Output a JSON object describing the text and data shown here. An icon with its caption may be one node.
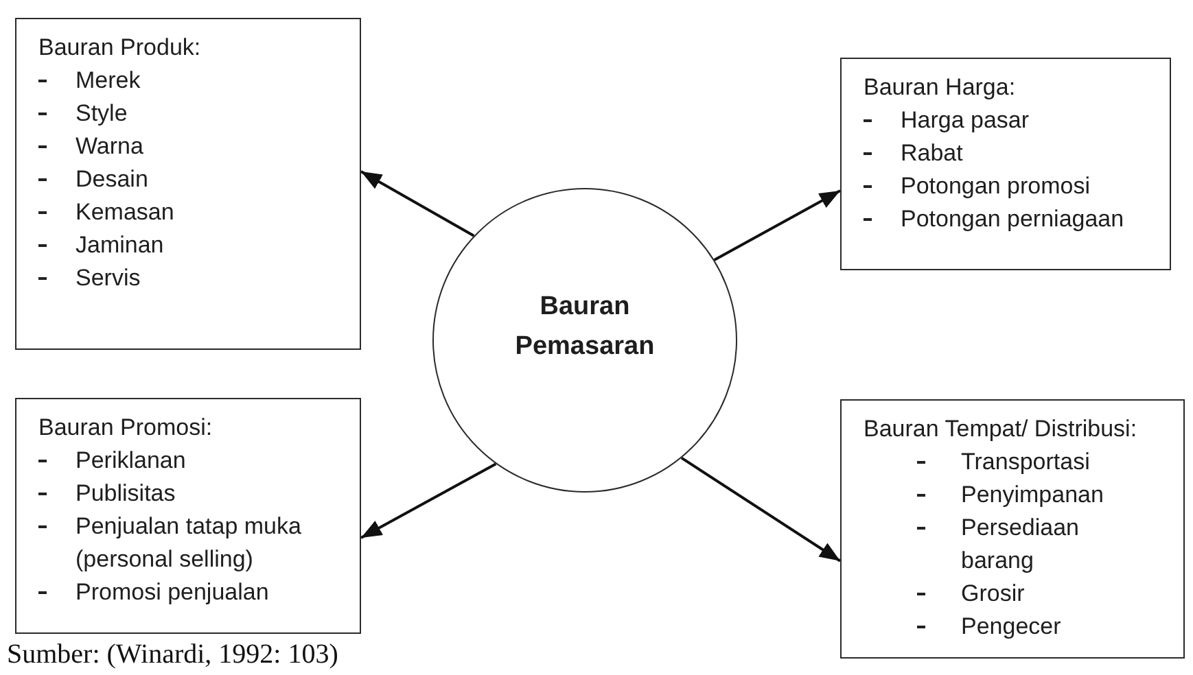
{
  "diagram": {
    "caption": "Sumber: (Winardi, 1992: 103)",
    "nodes": [
      {
        "text": [
          "Bauran Produk:",
          "Merek",
          "Style",
          "Warna",
          "Desain",
          "Kemasan",
          "Jaminan",
          "Servis"
        ]
      },
      {
        "text": [
          "Bauran Harga:",
          "Harga pasar",
          "Rabat",
          "Potongan promosi",
          "Potongan perniagaan"
        ]
      },
      {
        "text": [
          "Bauran Pemasaran"
        ]
      },
      {
        "text": [
          "Bauran Promosi:",
          "Periklanan",
          "Publisitas",
          "Penjualan tatap muka (personal selling)",
          "Promosi penjualan"
        ]
      },
      {
        "text": [
          "Bauran Tempat/ Distribusi:",
          "Transportasi",
          "Penyimpanan",
          "Persediaan barang",
          "Grosir",
          "Pengecer"
        ]
      }
    ],
    "edges": [
      {
        "from": 2,
        "to": 0,
        "arrow": "to"
      },
      {
        "from": 2,
        "to": 1,
        "arrow": "to"
      },
      {
        "from": 2,
        "to": 3,
        "arrow": "to"
      },
      {
        "from": 2,
        "to": 4,
        "arrow": "to"
      }
    ]
  }
}
